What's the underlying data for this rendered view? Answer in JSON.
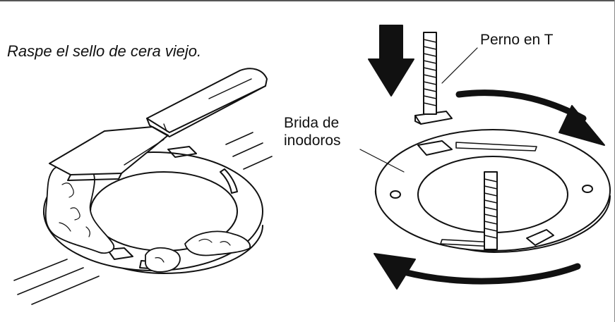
{
  "left_panel": {
    "caption": "Raspe el sello de cera viejo."
  },
  "right_panel": {
    "tbolt_label": "Perno en T",
    "flange_label_line1": "Brida de",
    "flange_label_line2": "inodoros"
  }
}
